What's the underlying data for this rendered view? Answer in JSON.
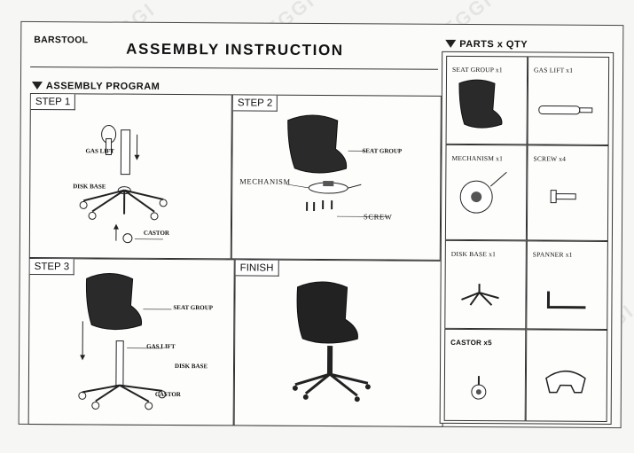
{
  "header": {
    "product": "BARSTOOL",
    "title": "ASSEMBLY INSTRUCTION"
  },
  "sections": {
    "program": "ASSEMBLY PROGRAM",
    "parts": "PARTS x QTY"
  },
  "steps": {
    "step1": {
      "label": "STEP 1",
      "callouts": {
        "gas_lift": "GAS LIFT",
        "disk_base": "DISK BASE",
        "castor": "CASTOR"
      }
    },
    "step2": {
      "label": "STEP 2",
      "callouts": {
        "seat_group": "SEAT GROUP",
        "mechanism": "MECHANISM",
        "screw": "SCREW"
      }
    },
    "step3": {
      "label": "STEP 3",
      "callouts": {
        "seat_group": "SEAT GROUP",
        "gas_lift": "GAS LIFT",
        "disk_base": "DISK BASE",
        "castor": "CASTOR"
      }
    },
    "finish": {
      "label": "FINISH"
    }
  },
  "parts": [
    {
      "label": "SEAT GROUP x1"
    },
    {
      "label": "GAS LIFT x1"
    },
    {
      "label": "MECHANISM x1"
    },
    {
      "label": "SCREW x4"
    },
    {
      "label": "DISK BASE x1"
    },
    {
      "label": "SPANNER x1"
    },
    {
      "label": "CASTOR x5"
    },
    {
      "label": ""
    }
  ],
  "watermark": "HEGGI",
  "icons": {
    "triangle": "triangle-down-icon"
  }
}
